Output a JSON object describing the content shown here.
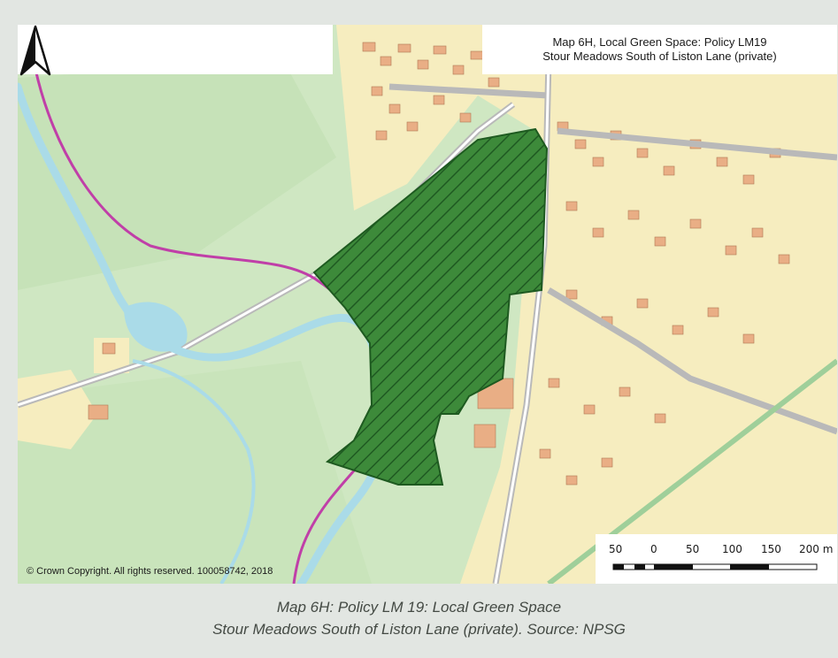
{
  "map": {
    "title_line1": "Map 6H, Local Green Space: Policy LM19",
    "title_line2": "Stour Meadows South of Liston Lane (private)",
    "copyright": "© Crown Copyright. All rights reserved. 100058742, 2018",
    "scale_labels": [
      "50",
      "0",
      "50",
      "100",
      "150",
      "200 m"
    ],
    "colors": {
      "background": "#cfe7c2",
      "built_area": "#f6edbf",
      "buildings": "#e9ae85",
      "water": "#aadbe8",
      "boundary": "#c03fa8",
      "designated_area": "#2f7d32"
    },
    "north_arrow_icon": "north-arrow-icon"
  },
  "caption": {
    "line1": "Map 6H: Policy LM 19: Local Green Space",
    "line2": "Stour Meadows South of Liston Lane (private). Source: NPSG"
  }
}
